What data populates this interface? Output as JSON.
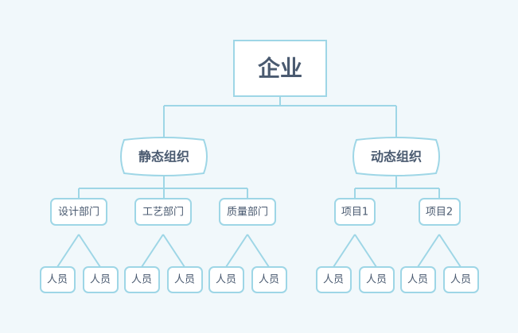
{
  "root": {
    "label": "企业"
  },
  "branches": [
    {
      "label": "静态组织",
      "children": [
        {
          "label": "设计部门",
          "members": [
            "人员",
            "人员"
          ]
        },
        {
          "label": "工艺部门",
          "members": [
            "人员",
            "人员"
          ]
        },
        {
          "label": "质量部门",
          "members": [
            "人员",
            "人员"
          ]
        }
      ]
    },
    {
      "label": "动态组织",
      "children": [
        {
          "label": "项目1",
          "members": [
            "人员",
            "人员"
          ]
        },
        {
          "label": "项目2",
          "members": [
            "人员",
            "人员"
          ]
        }
      ]
    }
  ],
  "colors": {
    "background": "#f1f8fb",
    "line": "#9ed6e6",
    "node_fill": "#ffffff",
    "text": "#4a5a70"
  }
}
